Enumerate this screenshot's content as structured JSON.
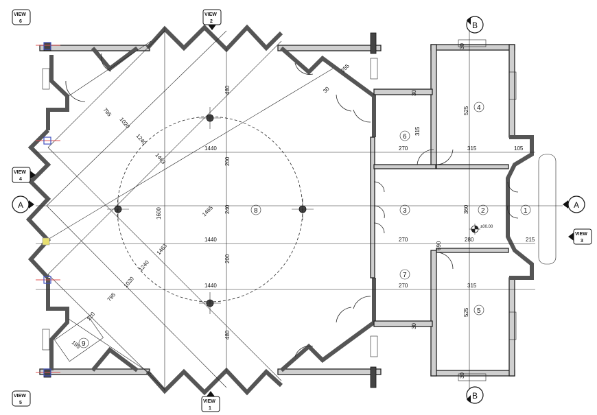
{
  "views": {
    "view1": {
      "label": "VIEW",
      "num": "1"
    },
    "view2": {
      "label": "VIEW",
      "num": "2"
    },
    "view3": {
      "label": "VIEW",
      "num": "3"
    },
    "view4": {
      "label": "VIEW",
      "num": "4"
    },
    "view5": {
      "label": "VIEW",
      "num": "5"
    },
    "view6": {
      "label": "VIEW",
      "num": "6"
    }
  },
  "sections": {
    "a_left": "A",
    "a_right": "A",
    "b_top": "B",
    "b_bottom": "B"
  },
  "rooms": [
    "1",
    "2",
    "3",
    "4",
    "5",
    "6",
    "7",
    "8",
    "9"
  ],
  "level_marker": "±00.00",
  "dimensions": {
    "d1440_top": "1440",
    "d1440_mid": "1440",
    "d1440_bot": "1440",
    "d270_top": "270",
    "d270_mid": "270",
    "d270_bot": "270",
    "d315_top": "315",
    "d315_bot": "315",
    "d315_room6": "315",
    "d105": "105",
    "d280": "280",
    "d215": "215",
    "d360": "360",
    "d690": "690",
    "d525_top": "525",
    "d525_bot": "525",
    "d480_top": "480",
    "d480_bot": "480",
    "d200_top": "200",
    "d200_bot": "200",
    "d240": "240",
    "d1600": "1600",
    "d795_top": "795",
    "d795_bot": "795",
    "d1020_top": "1020",
    "d1020_bot": "1020",
    "d1240_top": "1240",
    "d1240_bot": "1240",
    "d1463_top": "1463",
    "d1463_bot": "1463",
    "d1465": "1465",
    "d255": "255",
    "d30_top": "30",
    "d30_a": "30",
    "d30_b": "30",
    "d30_c": "30",
    "d30_d": "30",
    "d195": "195",
    "d120": "120"
  }
}
